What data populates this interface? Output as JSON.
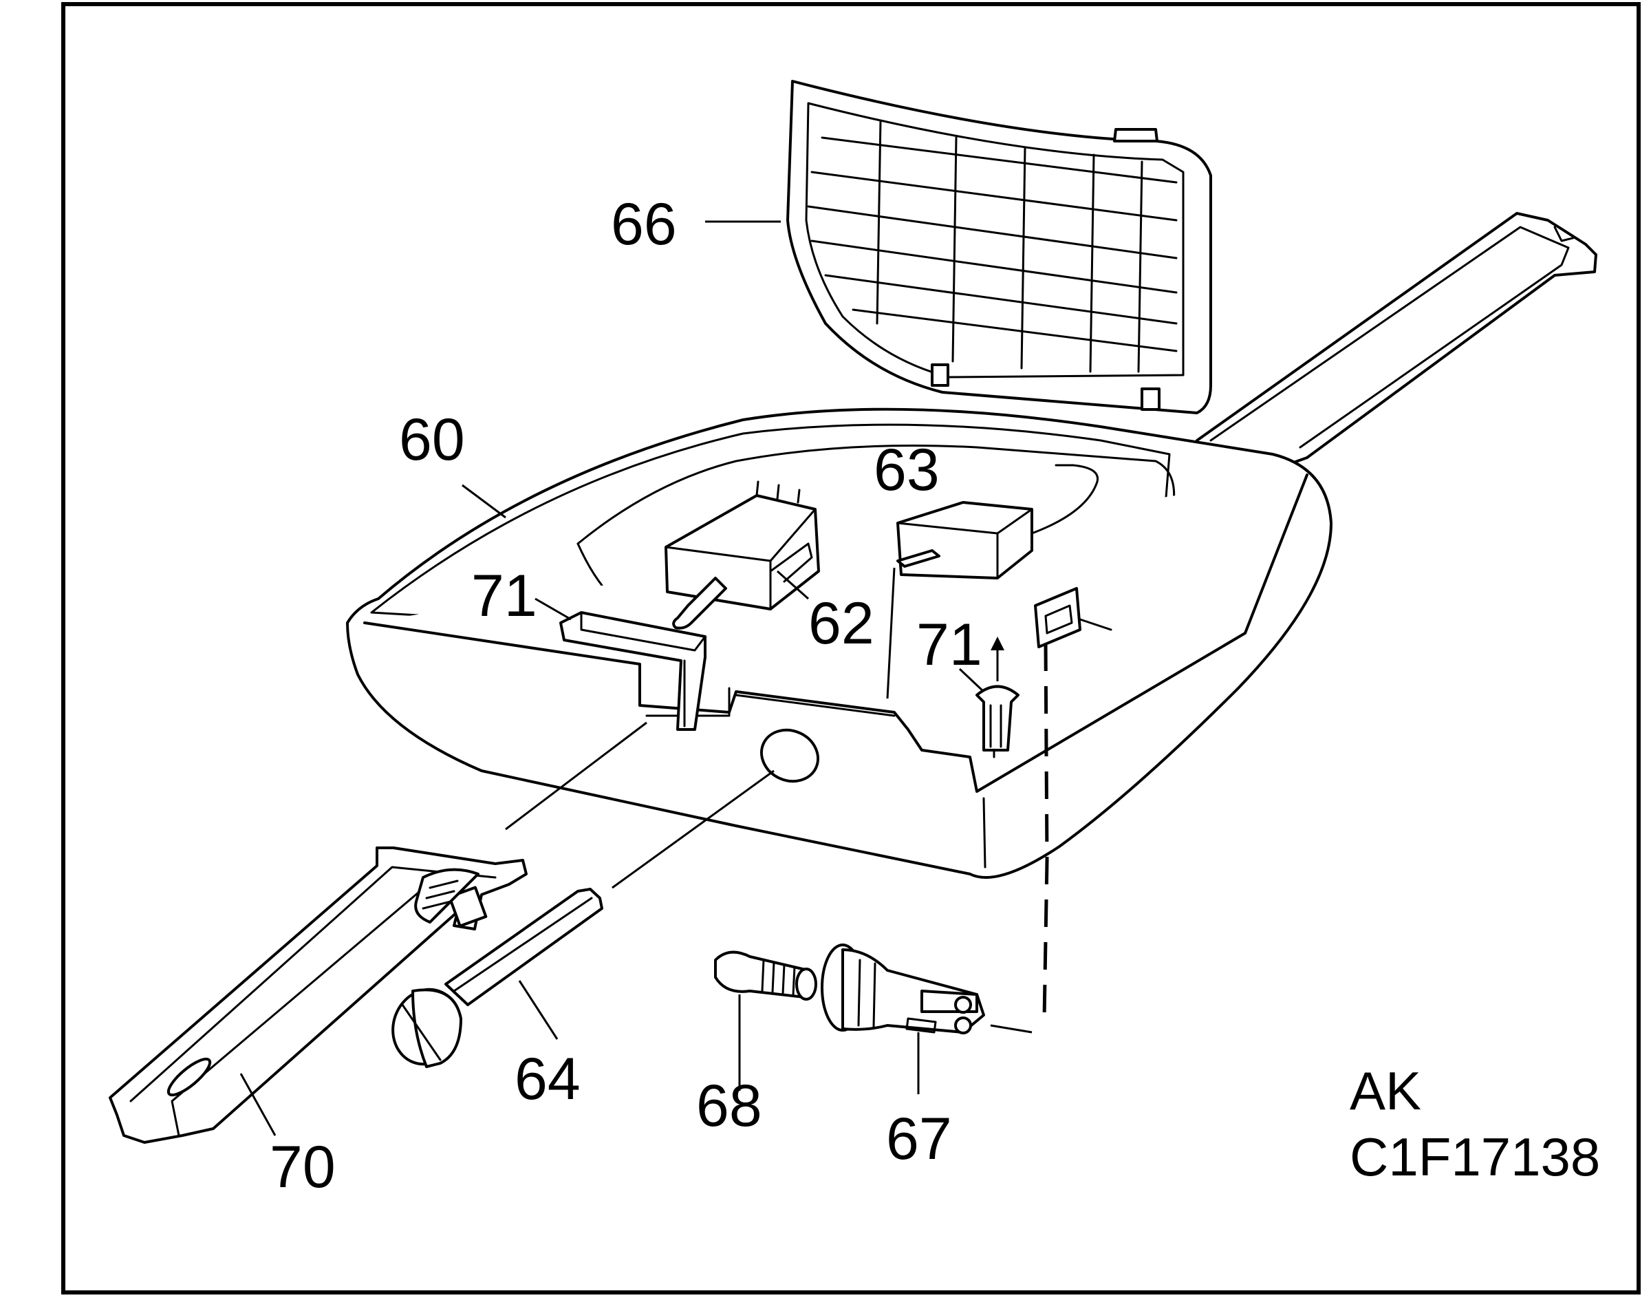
{
  "figure": {
    "frame_color": "#000000",
    "background_color": "#ffffff"
  },
  "callouts": {
    "c60": "60",
    "c62": "62",
    "c63": "63",
    "c64": "64",
    "c66": "66",
    "c67": "67",
    "c68": "68",
    "c70": "70",
    "c71a": "71",
    "c71b": "71"
  },
  "code": {
    "line1": "AK",
    "line2": "C1F17138"
  }
}
